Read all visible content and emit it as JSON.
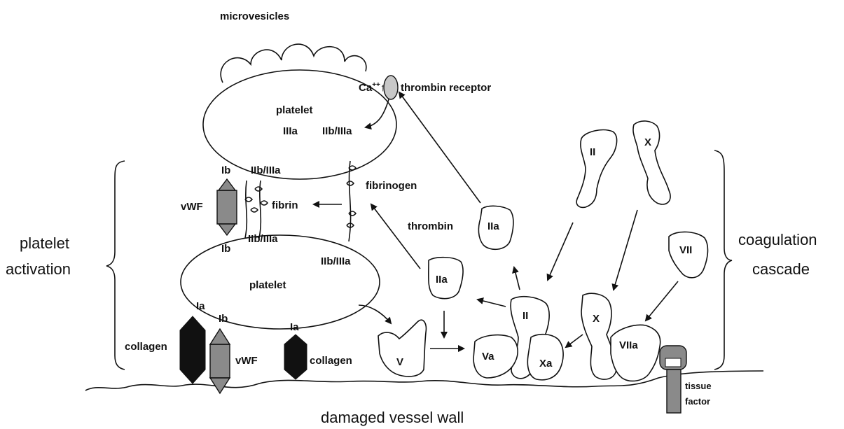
{
  "labels": {
    "microvesicles": "microvesicles",
    "ca": "Ca",
    "ca_sup": "++",
    "ca_arrow": "↑",
    "thrombin_receptor": "thrombin receptor",
    "platelet_top": "platelet",
    "iiia": "IIIa",
    "iib_iiia_top": "IIb/IIIa",
    "ib_upper": "Ib",
    "iib_iiia_mid": "IIb/IIIa",
    "fibrinogen": "fibrinogen",
    "vwf_upper": "vWF",
    "fibrin": "fibrin",
    "thrombin": "thrombin",
    "ib_mid": "Ib",
    "iib_iiia_lower": "IIb/IIIa",
    "iib_iiia_right": "IIb/IIIa",
    "platelet_bottom": "platelet",
    "ia_left": "Ia",
    "ib_lower": "Ib",
    "ia_right": "Ia",
    "collagen_left": "collagen",
    "vwf_lower": "vWF",
    "collagen_right": "collagen",
    "platelet_activation_1": "platelet",
    "platelet_activation_2": "activation",
    "coagulation_cascade_1": "coagulation",
    "coagulation_cascade_2": "cascade",
    "damaged_vessel_wall": "damaged vessel wall",
    "tissue_factor_1": "tissue",
    "tissue_factor_2": "factor",
    "factor_II_top": "II",
    "factor_X_top": "X",
    "factor_IIa_upper": "IIa",
    "factor_IIa_lower": "IIa",
    "factor_VII": "VII",
    "factor_II_mid": "II",
    "factor_X_mid": "X",
    "factor_VIIa": "VIIa",
    "factor_V": "V",
    "factor_Va": "Va",
    "factor_Xa": "Xa"
  }
}
